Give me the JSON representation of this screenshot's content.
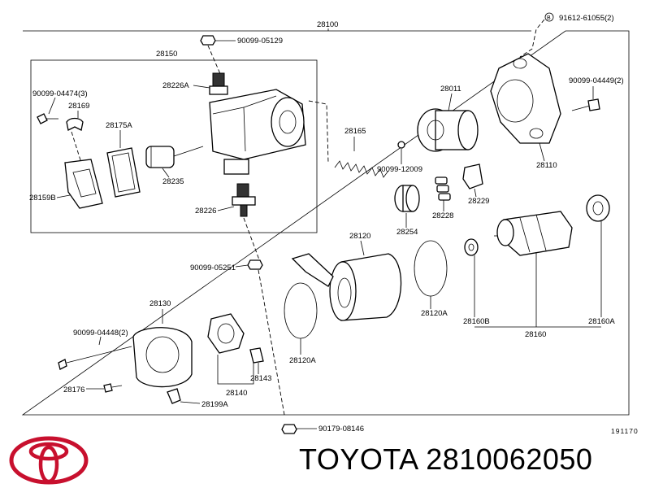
{
  "diagram": {
    "assembly_number": "28100",
    "subassembly_number": "28150",
    "figure_code": "191170",
    "labels": {
      "n91612_61055": "91612-61055(2)",
      "n90099_05129": "90099-05129",
      "n90099_04474": "90099-04474(3)",
      "n28169": "28169",
      "n28226A": "28226A",
      "n28175A": "28175A",
      "n28165": "28165",
      "n28011": "28011",
      "n90099_04449": "90099-04449(2)",
      "n28110": "28110",
      "n90099_12009": "90099-12009",
      "n28235": "28235",
      "n28159B": "28159B",
      "n28226": "28226",
      "n28229": "28229",
      "n28228": "28228",
      "n28254": "28254",
      "n28120": "28120",
      "n90099_05251": "90099-05251",
      "n28120A_right": "28120A",
      "n28160B": "28160B",
      "n28160A": "28160A",
      "n28160": "28160",
      "n28130": "28130",
      "n90099_04448": "90099-04448(2)",
      "n28120A_left": "28120A",
      "n28143": "28143",
      "n28140": "28140",
      "n28176": "28176",
      "n28199A": "28199A",
      "n90179_08146": "90179-08146",
      "circled_b": "B"
    }
  },
  "footer": {
    "brand": "TOYOTA",
    "part_number": "2810062050"
  },
  "colors": {
    "logo": "#c8102e",
    "ink": "#000000",
    "background": "#ffffff"
  }
}
